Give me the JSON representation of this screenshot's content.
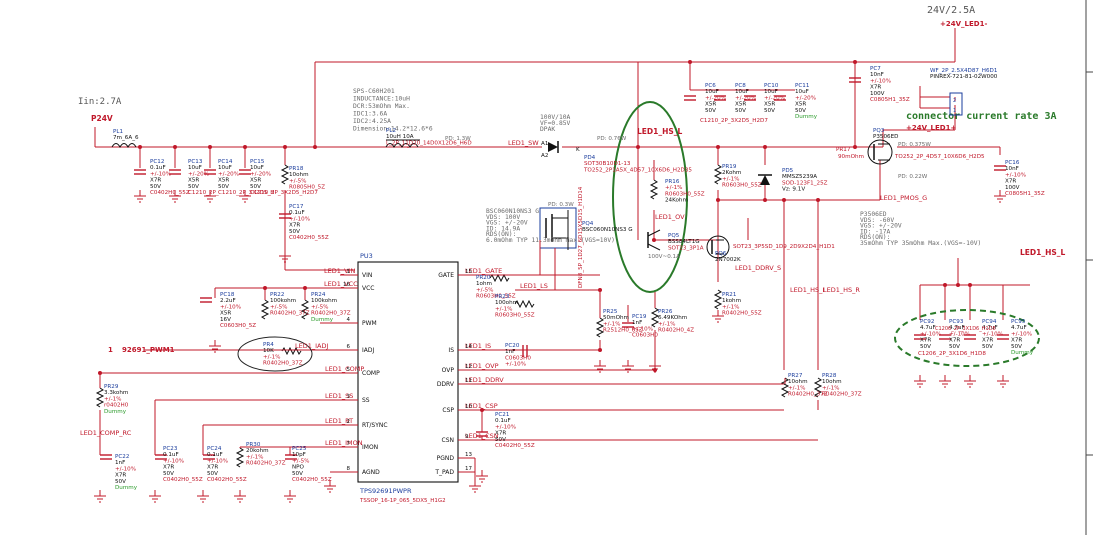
{
  "header": {
    "power_rating": "24V/2.5A",
    "input_current": "Iin:2.7A",
    "connector_note": "connector current rate 3A"
  },
  "nets": {
    "p24v": "P24V",
    "v24_led_minus": "+24V_LED1-",
    "v24_led_plus": "+24V_LED1+",
    "led1_sw": "LED1_SW",
    "led1_hs_l": "LED1_HS_L",
    "led1_hs_l_right": "LED1_HS_L",
    "led1_ov": "LED1_OV",
    "led1_vin": "LED1_VIN",
    "led1_vcc": "LED1_VCC",
    "led1_gate": "LED1_GATE",
    "led1_ls": "LED1_LS",
    "led1_is": "LED1_IS",
    "led1_ovp": "LED1_OVP",
    "led1_comp": "LED1_COMP",
    "led1_ss": "LED1_SS",
    "led1_rt": "LED1_RT",
    "led1_imon": "LED1_IMON",
    "led1_csp": "LED1_CSP",
    "led1_csn": "LED1_CSN",
    "led1_ddrv": "LED1_DDRV",
    "led1_ddrv_s": "LED1_DDRV_S",
    "led1_pmos_g": "LED1_PMOS_G",
    "led1_hs_l_mid": "LED1_HS_L",
    "led1_hs_r": "LED1_HS_R",
    "led1_comp_rc": "LED1_COMP_RC",
    "led1_iadj": "LED1_IADJ",
    "pwm_net": "92691_PWM1",
    "pwm_num": "1"
  },
  "ic": {
    "ref": "PU3",
    "part": "TPS92691PWPR",
    "package": "TSSOP_16-1P_065_5DX5_H1G2",
    "pins": [
      {
        "num": "1",
        "name": "VIN"
      },
      {
        "num": "16",
        "name": "VCC"
      },
      {
        "num": "4",
        "name": "PWM"
      },
      {
        "num": "6",
        "name": "IADJ"
      },
      {
        "num": "5",
        "name": "COMP"
      },
      {
        "num": "3",
        "name": "SS"
      },
      {
        "num": "2",
        "name": "RT/SYNC"
      },
      {
        "num": "7",
        "name": "IMON"
      },
      {
        "num": "8",
        "name": "AGND"
      },
      {
        "num": "15",
        "name": "GATE"
      },
      {
        "num": "14",
        "name": "IS"
      },
      {
        "num": "12",
        "name": "OVP"
      },
      {
        "num": "11",
        "name": "DDRV"
      },
      {
        "num": "10",
        "name": "CSP"
      },
      {
        "num": "9",
        "name": "CSN"
      },
      {
        "num": "13",
        "name": "PGND"
      },
      {
        "num": "17",
        "name": "T_PAD"
      }
    ]
  },
  "inductor_note": [
    "SPS-C60H201",
    "INDUCTANCE:10uH",
    "DCR:53mOhm Max.",
    "IDC1:3.6A",
    "IDC2:4.25A",
    "Dimension:14.2*12.6*6"
  ],
  "mosfet_note": [
    "BSC060N10NS3 G",
    "VDS: 100V",
    "VGS: +/-20V",
    "ID: 14.9A",
    "RDS(ON):",
    "6.0mOhm TYP 11.3mOhm Max.(VGS=10V)"
  ],
  "pmos_note": [
    "P3506ED",
    "VDS: -60V",
    "VGS: +/-20V",
    "ID: -17A",
    "RDS(ON):",
    "35mOhm TYP 35mOhm Max.(VGS=-10V)"
  ],
  "diode_note": [
    "100V/10A",
    "VF=0.85V",
    "DPAK"
  ],
  "parts": {
    "pl1": [
      "PL1",
      "7m_6A_6"
    ],
    "pl2": [
      "PL2",
      "10uH 10A",
      "L_2P_11D20_14D0X12D6_H6D"
    ],
    "pc12": [
      "PC12",
      "0.1uF",
      "+/-10%",
      "X7R",
      "50V",
      "C0402H0_55Z"
    ],
    "pc13": [
      "PC13",
      "10uF",
      "+/-20%",
      "X5R",
      "50V",
      "C1210_2P_"
    ],
    "pc14": [
      "PC14",
      "10uF",
      "+/-20%",
      "X5R",
      "50V",
      "C1210_2P_3X2D5_H"
    ],
    "pc15": [
      "PC15",
      "10uF",
      "+/-20%",
      "X5R",
      "50V",
      "C1210_2P_3X2D5_H2D7"
    ],
    "pr18": [
      "PR18",
      "10ohm",
      "+/-5%",
      "R0805H0_5Z"
    ],
    "pc17": [
      "PC17",
      "0.1uF",
      "+/-10%",
      "X7R",
      "50V",
      "C0402H0_55Z"
    ],
    "pd4": [
      "PD4",
      "SOT30B10D1-13",
      "TO252_2P1A5X_4D57_10X6D6_H2D35"
    ],
    "pc6": [
      "PC6",
      "10uF",
      "+/-20%",
      "X5R",
      "50V"
    ],
    "pc8": [
      "PC8",
      "10uF",
      "+/-20%",
      "X5R",
      "50V"
    ],
    "pc10": [
      "PC10",
      "10uF",
      "+/-20%",
      "X5R",
      "50V"
    ],
    "pc11": [
      "PC11",
      "10uF",
      "+/-20%",
      "X5R",
      "50V",
      "Dummy"
    ],
    "pc6_row": "C1210_2P_3X2D5_H2D7",
    "pc7": [
      "PC7",
      "10nF",
      "+/-10%",
      "X7R",
      "100V",
      "C0805H1_35Z"
    ],
    "conn": [
      "WF_2P_2.5X4D87_H6D1",
      "PINREX-721-81-02W000"
    ],
    "pq3": [
      "PQ3",
      "P3506ED"
    ],
    "pc16": [
      "PC16",
      "10nF",
      "+/-10%",
      "X7R",
      "100V",
      "C0805H1_35Z"
    ],
    "pr16": [
      "PR16",
      "+/-1%",
      "R0603H0_55Z",
      "24Kohm"
    ],
    "pr19": [
      "PR19",
      "2Kohm",
      "+/-1%",
      "R0603H0_55Z"
    ],
    "pd5": [
      "PD5",
      "MMSZ5239A",
      "SOD-123F1_25Z",
      "Vz: 9.1V"
    ],
    "pq5": [
      "PQ5",
      "BSS84LT1G",
      "SOT23_3P1A"
    ],
    "pq6": [
      "PQ6",
      "2N7002K"
    ],
    "pr21": [
      "PR21",
      "1kohm",
      "+/-1%",
      "R0402H0_55Z"
    ],
    "pq4": [
      "PQ4",
      "BSC060N10NS3 G"
    ],
    "pr20": [
      "PR20",
      "1ohm",
      "+/-5%",
      "R0603H0_55Z"
    ],
    "pr23": [
      "PR23",
      "100ohm",
      "+/-1%",
      "R0603H0_55Z"
    ],
    "pr25": [
      "PR25",
      "50mOhm",
      "+/-1%",
      "R2512H0_65Z"
    ],
    "pc19": [
      "PC19",
      "1nF",
      "+/-10%",
      "C0603H0"
    ],
    "pc20": [
      "PC20",
      "1nF",
      "C0603H0",
      "+/-10%"
    ],
    "pr26": [
      "PR26",
      "6.49KOhm",
      "+/-1%",
      "R0402H0_4Z"
    ],
    "pc18": [
      "PC18",
      "2.2uF",
      "+/-10%",
      "X5R",
      "16V",
      "C0603H0_5Z"
    ],
    "pr22": [
      "PR22",
      "100kohm",
      "+/-5%",
      "R0402H0_37Z"
    ],
    "pr24": [
      "PR24",
      "100kohm",
      "+/-5%",
      "R0402H0_37Z",
      "Dummy"
    ],
    "pr_iadj": [
      "PR4",
      "10K",
      "+/-1%",
      "R0402H0_37Z"
    ],
    "pr29": [
      "PR29",
      "3.3kohm",
      "+/-1%",
      "r0402H0",
      "Dummy"
    ],
    "pc22": [
      "PC22",
      "1nF",
      "+/-10%",
      "X7R",
      "50V",
      "Dummy"
    ],
    "pc23": [
      "PC23",
      "0.1uF",
      "+/-10%",
      "X7R",
      "50V",
      "C0402H0_55Z"
    ],
    "pc24": [
      "PC24",
      "0.1uF",
      "+/-10%",
      "X7R",
      "50V",
      "C0402H0_55Z"
    ],
    "pr30": [
      "PR30",
      "20kohm",
      "+/-1%",
      "R0402H0_37Z"
    ],
    "pc25": [
      "PC25",
      "10pF",
      "+/-5%",
      "NPO",
      "50V",
      "C0402H0_55Z"
    ],
    "pc21": [
      "PC21",
      "0.1uF",
      "+/-10%",
      "X7R",
      "50V",
      "C0402H0_55Z"
    ],
    "pr27": [
      "PR27",
      "10ohm",
      "+/-1%",
      "R0402H0_37Z"
    ],
    "pr28": [
      "PR28",
      "10ohm",
      "+/-1%",
      "R0402H0_37Z"
    ],
    "pc92": [
      "PC92",
      "4.7uF",
      "+/-10%",
      "X7R",
      "50V"
    ],
    "pc93": [
      "PC93",
      "4.7uF",
      "+/-10%",
      "X7R",
      "50V"
    ],
    "pc94": [
      "PC94",
      "4.7uF",
      "+/-10%",
      "X7R",
      "50V"
    ],
    "pc95": [
      "PC95",
      "4.7uF",
      "+/-10%",
      "X7R",
      "50V",
      "Dummy"
    ],
    "pc92_row": "C1206_2P_3X1D6_H1D8"
  },
  "small": {
    "pd_sw": "PD: 1.3W",
    "pd_d": "PD: 0.76W",
    "pd_q": "PD: 0.3W",
    "pd_pq3": "PD: 0.375W",
    "pd_pc16": "PD: 0.22W",
    "pq3_pkg": "TO252_2P_4D57_10X6D6_H2D5",
    "pd_z": "PD: 0.3W",
    "pq4_pkg": "DFN8_5P_1D27_6D15X5D15_H1D14",
    "v_ov": "100V~0.1A",
    "pq6_pkg": "SOT23_3P5SD_1D9_2D9X2D4_H1D1",
    "mohm": "90mOhm",
    "pr17": "PR17",
    "a1": "A1",
    "a2": "A2",
    "k": "K"
  },
  "colors": {
    "wire": "#c0182a",
    "body": "#111111",
    "note": "#6b6b6b",
    "ref": "#1a3c9c",
    "dummy": "#2a9a2a",
    "highlight": "#2a7a2a"
  }
}
